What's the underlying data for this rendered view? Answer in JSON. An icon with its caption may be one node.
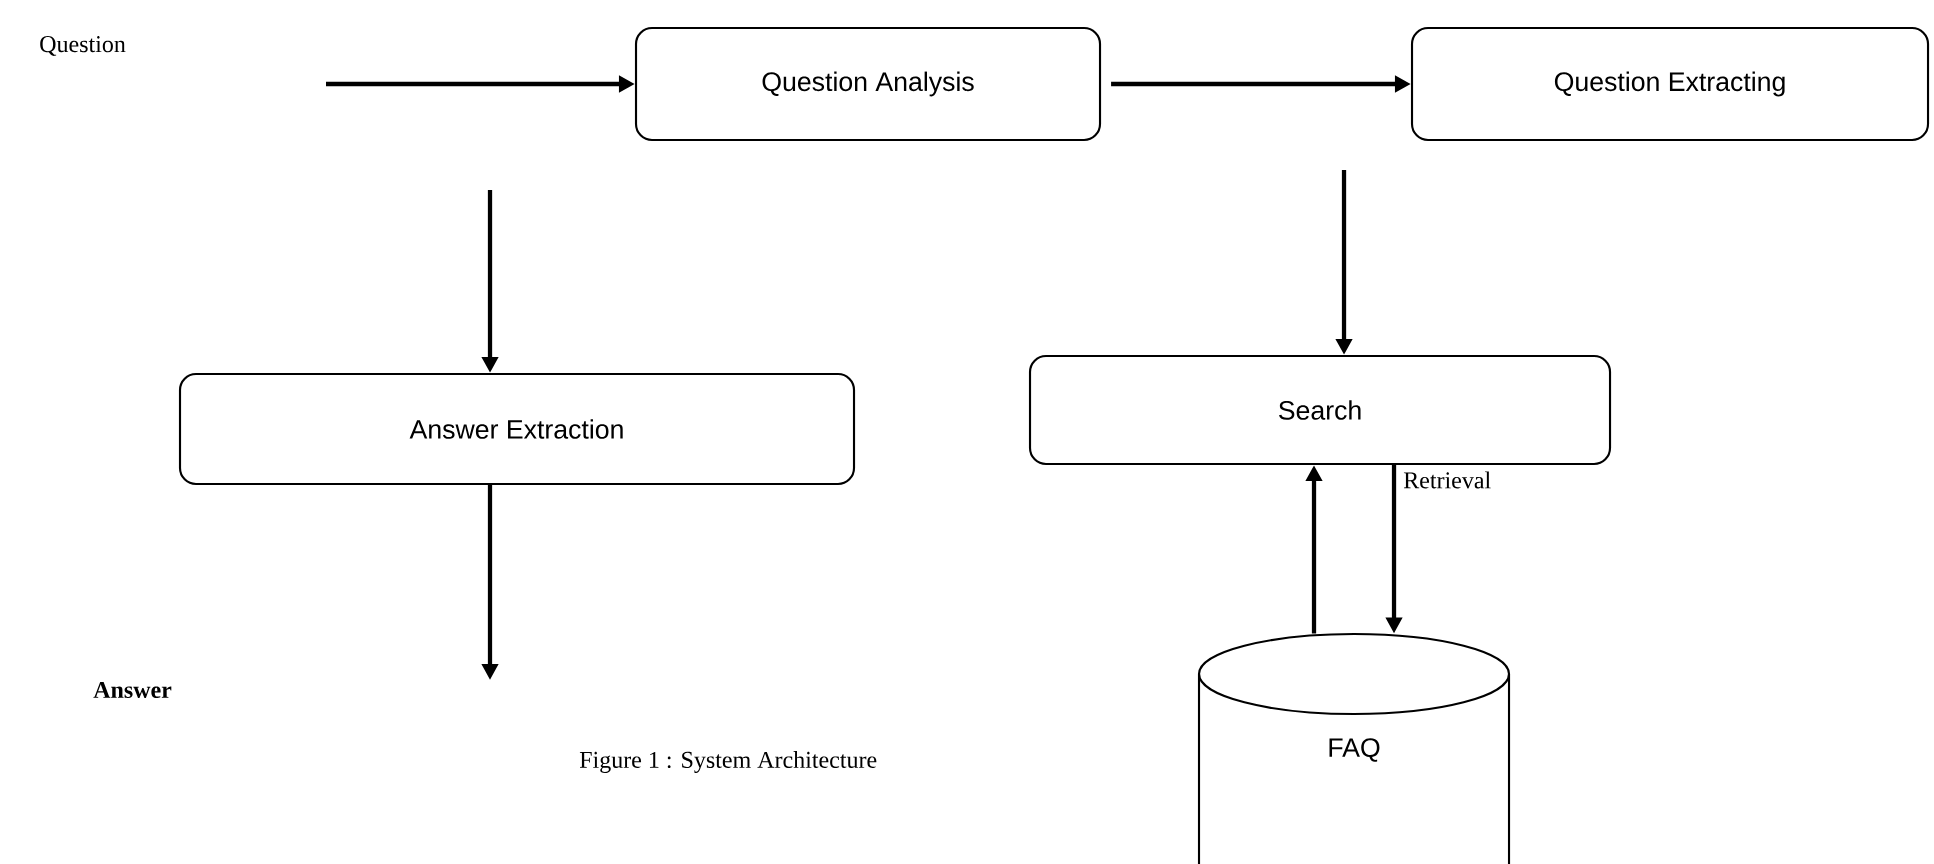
{
  "diagram": {
    "caption": "Figure 1 : System Architecture",
    "nodes": [
      {
        "text": [
          "Question Analysis"
        ]
      },
      {
        "text": [
          "Question Extracting"
        ]
      },
      {
        "text": [
          "Answer Extraction"
        ]
      },
      {
        "text": [
          "Search"
        ]
      },
      {
        "text": [
          "FAQ"
        ]
      }
    ],
    "edges": [
      {
        "from": null,
        "to": 0,
        "arrow": "to"
      },
      {
        "from": 0,
        "to": 1,
        "arrow": "to"
      },
      {
        "from": null,
        "to": 2,
        "arrow": "to"
      },
      {
        "from": null,
        "to": 3,
        "arrow": "to"
      },
      {
        "from": 2,
        "to": null,
        "arrow": "to"
      },
      {
        "from": 4,
        "to": 3,
        "arrow": "to"
      },
      {
        "from": 3,
        "to": 4,
        "arrow": "to",
        "label": "Retrieval"
      }
    ],
    "labels": [
      "Question",
      "Answer"
    ]
  }
}
